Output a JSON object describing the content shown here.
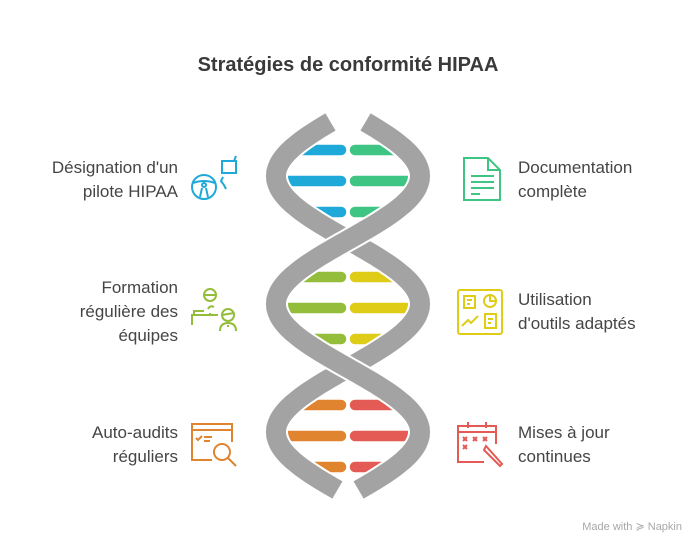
{
  "title": "Stratégies de conformité HIPAA",
  "items": [
    {
      "label_lines": [
        "Désignation d'un",
        "pilote HIPAA"
      ],
      "icon": "steering-wheel-icon",
      "color": "#1fa9d8"
    },
    {
      "label_lines": [
        "Documentation",
        "complète"
      ],
      "icon": "document-icon",
      "color": "#3ec584"
    },
    {
      "label_lines": [
        "Formation",
        "régulière des",
        "équipes"
      ],
      "icon": "training-people-icon",
      "color": "#93bd3a"
    },
    {
      "label_lines": [
        "Utilisation",
        "d'outils adaptés"
      ],
      "icon": "dashboard-tools-icon",
      "color": "#decc17"
    },
    {
      "label_lines": [
        "Auto-audits",
        "réguliers"
      ],
      "icon": "audit-magnifier-icon",
      "color": "#e0842f"
    },
    {
      "label_lines": [
        "Mises à jour",
        "continues"
      ],
      "icon": "calendar-edit-icon",
      "color": "#e45a55"
    }
  ],
  "helix_color": "#a3a3a3",
  "footer": {
    "made_with": "Made with",
    "brand": "Napkin"
  }
}
